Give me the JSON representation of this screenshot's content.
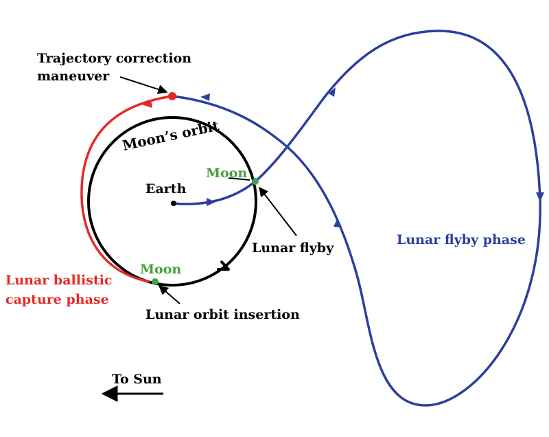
{
  "labels": {
    "tcm_line1": "Trajectory correction",
    "tcm_line2": "maneuver",
    "moon_orbit": "Moon’s orbit",
    "earth": "Earth",
    "moon_flyby": "Moon",
    "moon_insertion": "Moon",
    "lunar_flyby": "Lunar flyby",
    "lunar_flyby_phase": "Lunar flyby phase",
    "ballistic_line1": "Lunar ballistic",
    "ballistic_line2": "capture phase",
    "loi": "Lunar orbit insertion",
    "to_sun": "To Sun"
  },
  "colors": {
    "trajectory": "#2b3f9e",
    "capture": "#e32b26",
    "moon": "#3aa64a",
    "orbit": "#000000",
    "label": "#000000",
    "moon_label": "#4aa03f"
  }
}
